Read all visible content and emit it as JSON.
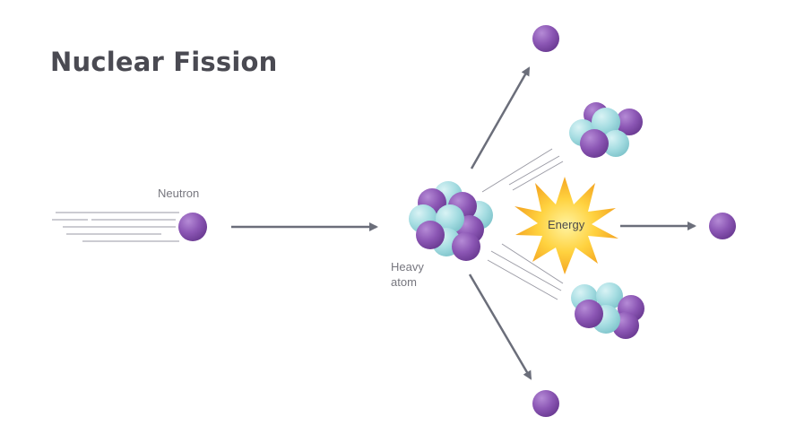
{
  "title": "Nuclear Fission",
  "labels": {
    "neutron": "Neutron",
    "heavy_atom_line1": "Heavy",
    "heavy_atom_line2": "atom",
    "energy": "Energy"
  },
  "colors": {
    "proton": "#8b56b4",
    "neutron_particle": "#9fd9df",
    "arrow": "#6b6e7a",
    "energy_burst": "#f6b72a",
    "title_text": "#4a4a52"
  }
}
